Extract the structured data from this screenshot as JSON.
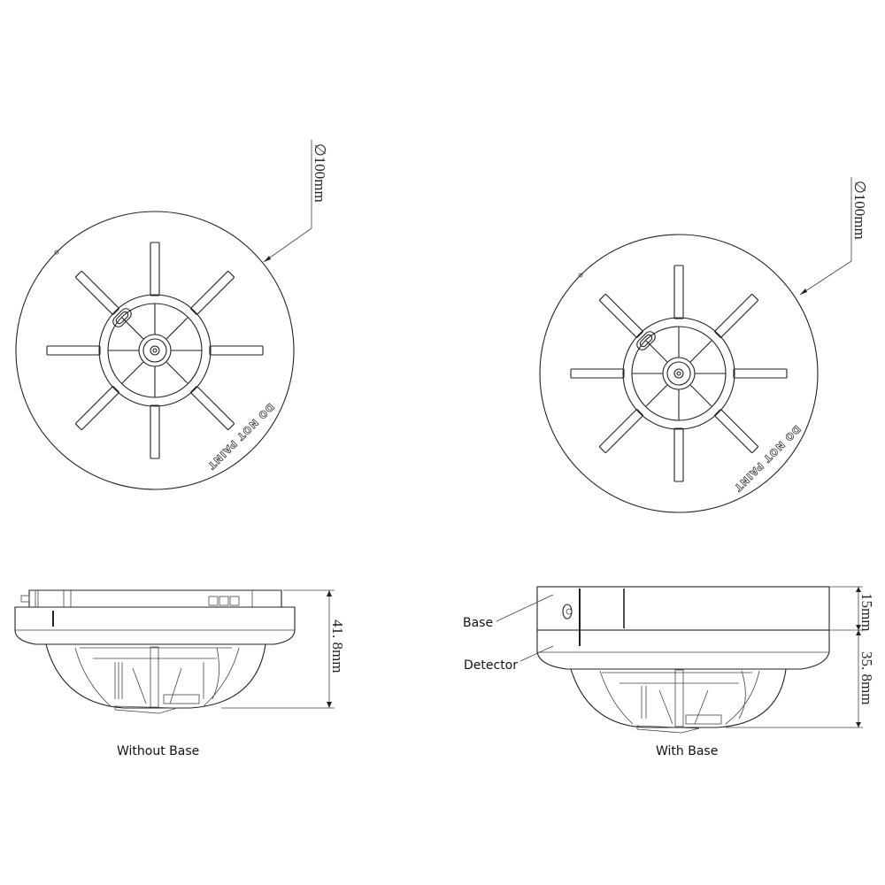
{
  "top_views": {
    "left": {
      "diameter_label": "∅100mm",
      "warning_text": "DO NOT PAINT"
    },
    "right": {
      "diameter_label": "∅100mm",
      "warning_text": "DO NOT PAINT"
    }
  },
  "side_views": {
    "without_base": {
      "caption": "Without Base",
      "height_label": "41. 8mm"
    },
    "with_base": {
      "caption": "With Base",
      "base_label": "Base",
      "detector_label": "Detector",
      "base_height_label": "15mm",
      "detector_height_label": "35. 8mm"
    }
  }
}
